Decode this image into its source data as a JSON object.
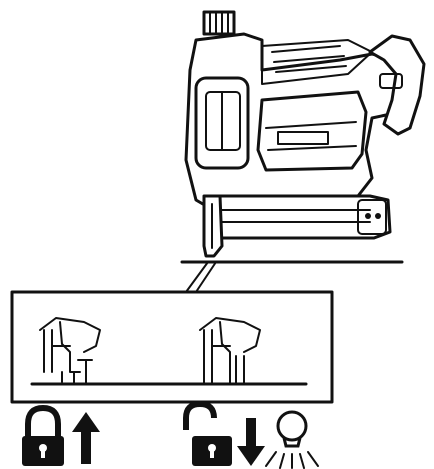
{
  "figure": {
    "tool_label": "",
    "steps": [
      {
        "lock_state": "locked",
        "arrow_direction": "up",
        "icon": "padlock-locked-icon"
      },
      {
        "lock_state": "unlocked",
        "arrow_direction": "down",
        "icon": "padlock-unlocked-icon",
        "light": "light-bulb-icon"
      }
    ]
  },
  "colors": {
    "stroke": "#111111",
    "background": "#ffffff"
  }
}
